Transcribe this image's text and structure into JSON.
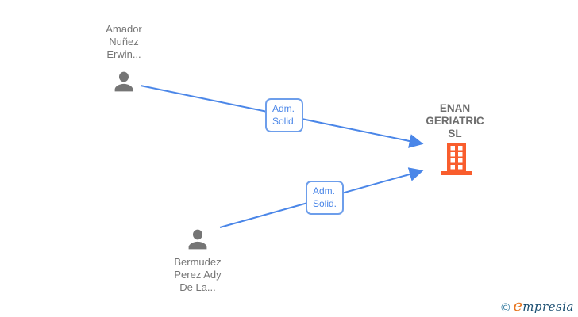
{
  "diagram": {
    "nodes": {
      "shareholder1": {
        "type": "person",
        "line1": "Amador",
        "line2": "Nuñez",
        "line3": "Erwin..."
      },
      "shareholder2": {
        "type": "person",
        "line1": "Bermudez",
        "line2": "Perez Ady",
        "line3": "De La..."
      },
      "company": {
        "type": "company",
        "line1": "ENAN",
        "line2": "GERIATRIC",
        "line3": "SL"
      }
    },
    "edges": {
      "edge1": {
        "line1": "Adm.",
        "line2": "Solid."
      },
      "edge2": {
        "line1": "Adm.",
        "line2": "Solid."
      }
    }
  },
  "watermark": {
    "copyright_symbol": "©",
    "brand_initial": "e",
    "brand_rest": "mpresia"
  },
  "colors": {
    "arrow_blue": "#4a86e8",
    "edge_box_border": "#6d9eeb",
    "edge_label_text": "#4a86e8",
    "node_text_gray": "#757575",
    "company_text_gray": "#6e6e6e",
    "person_icon_gray": "#757575",
    "building_orange": "#f95d2d",
    "watermark_copyright": "#337a9e",
    "watermark_initial_orange": "#e87722",
    "watermark_text_navy": "#1b4f72"
  }
}
